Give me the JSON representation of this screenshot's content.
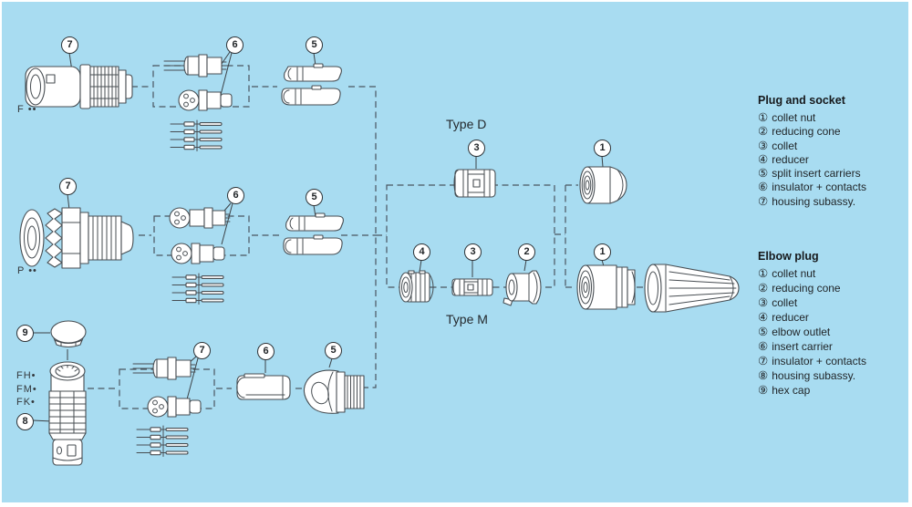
{
  "colors": {
    "background": "#a8dcf1",
    "line": "#474d52",
    "text": "#24292d"
  },
  "labels": {
    "type_d": "Type D",
    "type_m": "Type M",
    "series_f": "F ••",
    "series_p": "P ••",
    "series_fh": "FH•",
    "series_fm": "FM•",
    "series_fk": "FK•"
  },
  "callouts": {
    "plug_housing": "7",
    "plug_insulator": "6",
    "plug_carriers": "5",
    "socket_housing": "7",
    "socket_insulator": "6",
    "socket_carriers": "5",
    "typed_collet": "3",
    "typed_nut": "1",
    "typem_reducer": "4",
    "typem_collet": "3",
    "typem_cone": "2",
    "typem_nut": "1",
    "elbow_hexcap": "9",
    "elbow_housing": "8",
    "elbow_insulator": "7",
    "elbow_carrier": "6",
    "elbow_outlet": "5"
  },
  "legends": {
    "plug_and_socket": {
      "title": "Plug and socket",
      "items": [
        {
          "num": "①",
          "label": "collet nut"
        },
        {
          "num": "②",
          "label": "reducing cone"
        },
        {
          "num": "③",
          "label": "collet"
        },
        {
          "num": "④",
          "label": "reducer"
        },
        {
          "num": "⑤",
          "label": "split insert carriers"
        },
        {
          "num": "⑥",
          "label": "insulator + contacts"
        },
        {
          "num": "⑦",
          "label": "housing subassy."
        }
      ]
    },
    "elbow_plug": {
      "title": "Elbow plug",
      "items": [
        {
          "num": "①",
          "label": "collet nut"
        },
        {
          "num": "②",
          "label": "reducing cone"
        },
        {
          "num": "③",
          "label": "collet"
        },
        {
          "num": "④",
          "label": "reducer"
        },
        {
          "num": "⑤",
          "label": "elbow outlet"
        },
        {
          "num": "⑥",
          "label": "insert carrier"
        },
        {
          "num": "⑦",
          "label": "insulator + contacts"
        },
        {
          "num": "⑧",
          "label": "housing subassy."
        },
        {
          "num": "⑨",
          "label": "hex cap"
        }
      ]
    }
  }
}
